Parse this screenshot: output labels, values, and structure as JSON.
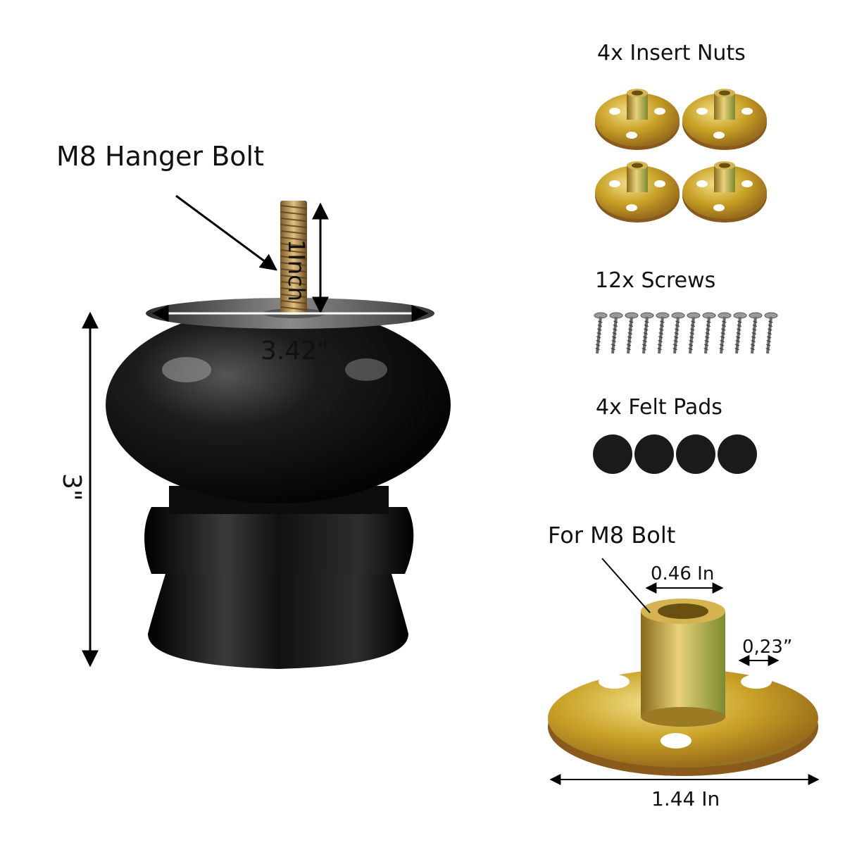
{
  "leg": {
    "bolt_label": "M8 Hanger Bolt",
    "bolt_length": "1Inch",
    "top_diameter": "3.42\"",
    "height": "3\""
  },
  "accessories": {
    "insert_nuts": {
      "label": "4x Insert Nuts",
      "count": 4
    },
    "screws": {
      "label": "12x Screws",
      "count": 12
    },
    "felt_pads": {
      "label": "4x Felt Pads",
      "count": 4
    }
  },
  "nut_detail": {
    "title": "For M8 Bolt",
    "inner_diameter": "0.46 In",
    "hole_diameter": "0,23”",
    "plate_diameter": "1.44 In"
  },
  "colors": {
    "leg_black": "#0b0b0b",
    "brass": "#c9a227",
    "felt": "#1a1a1a"
  }
}
